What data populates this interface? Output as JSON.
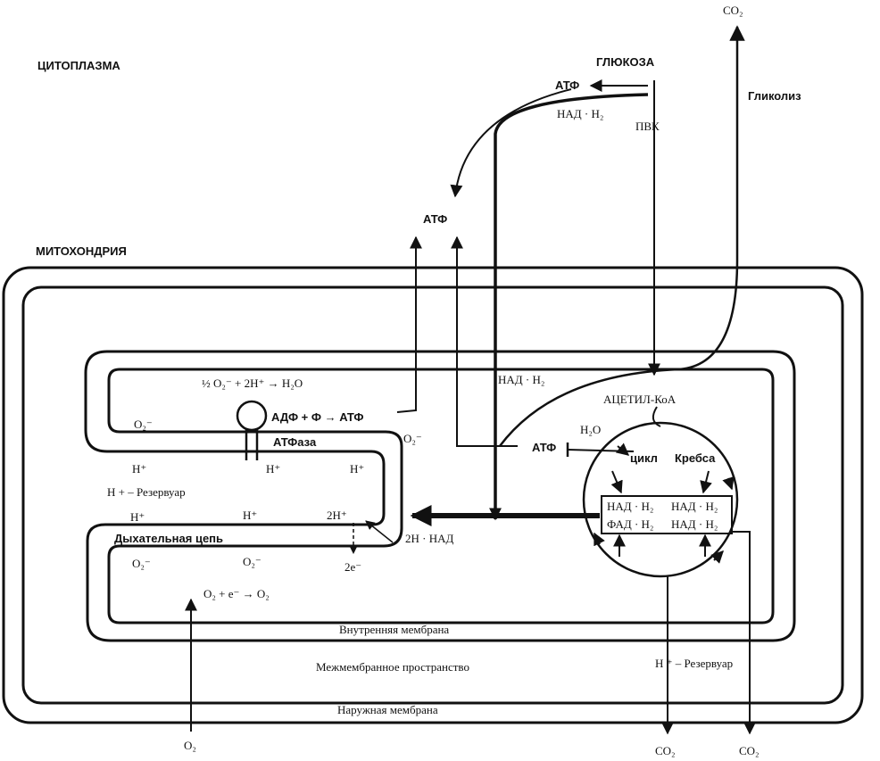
{
  "labels": {
    "cytoplasm": "ЦИТОПЛАЗМА",
    "mitochondria": "МИТОХОНДРИЯ",
    "glucose": "ГЛЮКОЗА",
    "atf_top": "АТФ",
    "nad_h2_top": "НАД · H₂",
    "pvk": "ПВК",
    "glycolysis": "Гликолиз",
    "co2_top": "CO₂",
    "atf_mid": "АТФ",
    "half_o2_eq": "½ O₂⁻ + 2H⁺ → H₂O",
    "adf_eq": "АДФ + Ф → АТФ",
    "atfase": "АТФаза",
    "o2minus_left": "O₂⁻",
    "o2minus_right": "O₂⁻",
    "h_plus_1": "H⁺",
    "h_plus_2": "H⁺",
    "h_plus_3": "H⁺",
    "h_reservoir_left": "H + – Резервуар",
    "h_plus_4": "H⁺",
    "h_plus_5": "H⁺",
    "two_h_plus": "2H⁺",
    "resp_chain": "Дыхательная цепь",
    "o2minus_3": "O₂⁻",
    "o2minus_4": "O₂⁻",
    "two_e": "2e⁻",
    "two_h_nad": "2H · НАД",
    "o2_e_eq": "O₂ + e⁻ → O₂",
    "nad_h2_mid": "НАД · H₂",
    "acetyl_coa": "АЦЕТИЛ-КоА",
    "h2o": "H₂O",
    "atf_krebs": "АТФ",
    "cycle": "цикл",
    "krebs": "Кребса",
    "box_nad1": "НАД · H₂",
    "box_nad2": "НАД · H₂",
    "box_fad": "ФАД · H₂",
    "box_nad3": "НАД · H₂",
    "inner_membrane": "Внутренняя   мембрана",
    "intermembrane": "Межмембранное пространство",
    "h_reservoir_right": "H ⁺ – Резервуар",
    "outer_membrane": "Наружная мембрана",
    "o2_bottom": "O₂",
    "co2_bottom1": "CO₂",
    "co2_bottom2": "CO₂"
  }
}
